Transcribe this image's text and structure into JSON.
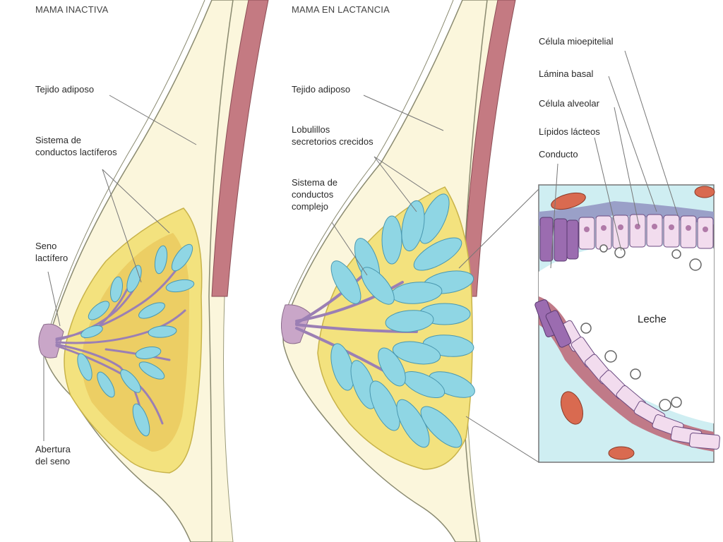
{
  "headers": {
    "inactive": "MAMA INACTIVA",
    "lactating": "MAMA EN LACTANCIA"
  },
  "labels_inactive": {
    "adipose": "Tejido adiposo",
    "ducts": "Sistema de\nconductos lactíferos",
    "sinus": "Seno\nlactífero",
    "opening": "Abertura\ndel seno"
  },
  "labels_lactating": {
    "adipose": "Tejido adiposo",
    "lobules": "Lobulillos\nsecretorios crecidos",
    "ducts": "Sistema de\nconductos\ncomplejo"
  },
  "labels_detail": {
    "myoepithelial": "Célula mioepitelial",
    "basal_lamina": "Lámina basal",
    "alveolar_cell": "Célula alveolar",
    "milk_lipids": "Lípidos lácteos",
    "duct": "Conducto",
    "milk": "Leche"
  },
  "colors": {
    "skin": "#fbf6dc",
    "muscle": "#c47a82",
    "fat_yellow": "#f3e27e",
    "lobule_blue": "#8fd6e4",
    "duct_purple": "#9b7fb4",
    "cell_pink": "#f2dcee",
    "lumen": "#ffffff"
  }
}
